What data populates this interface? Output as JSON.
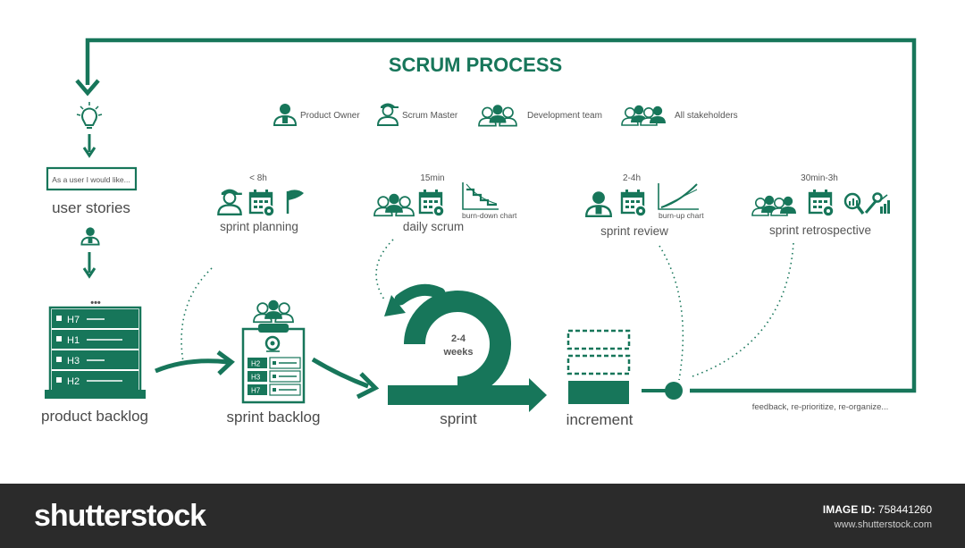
{
  "title": "SCRUM PROCESS",
  "legend": {
    "product_owner": "Product Owner",
    "scrum_master": "Scrum Master",
    "development_team": "Development team",
    "all_stakeholders": "All stakeholders"
  },
  "user_story_box": "As a user I would like...",
  "user_stories": "user stories",
  "product_backlog": {
    "label": "product backlog",
    "dots": "•••",
    "items": [
      "H7",
      "H1",
      "H3",
      "H2"
    ]
  },
  "sprint_planning": {
    "time": "< 8h",
    "label": "sprint planning"
  },
  "daily_scrum": {
    "time": "15min",
    "label": "daily scrum",
    "chart_label": "burn-down chart"
  },
  "sprint_review": {
    "time": "2-4h",
    "label": "sprint review",
    "chart_label": "burn-up chart"
  },
  "sprint_retrospective": {
    "time": "30min-3h",
    "label": "sprint retrospective"
  },
  "sprint_backlog": {
    "label": "sprint backlog",
    "items": [
      "H2",
      "H3",
      "H7"
    ]
  },
  "sprint": {
    "label": "sprint",
    "duration_line1": "2-4",
    "duration_line2": "weeks"
  },
  "increment": "increment",
  "feedback": "feedback, re-prioritize, re-organize...",
  "footer": {
    "logo": "shutterstock",
    "image_id_label": "IMAGE ID:",
    "image_id": "758441260",
    "site": "www.shutterstock.com"
  },
  "colors": {
    "primary": "#17765a",
    "footer_bg": "#2b2b2b",
    "text": "#555555"
  }
}
